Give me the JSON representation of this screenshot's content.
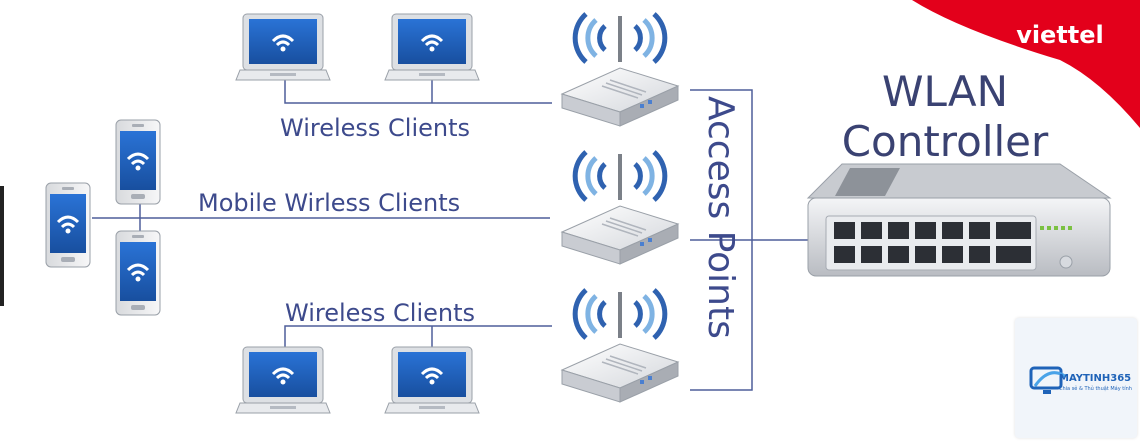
{
  "brand": {
    "name": "viettel",
    "color": "#e3001b"
  },
  "title": {
    "line1": "WLAN",
    "line2": "Controller"
  },
  "labels": {
    "top_clients": "Wireless Clients",
    "mobile_clients": "Mobile Wirless Clients",
    "bottom_clients": "Wireless Clients",
    "access_points": "Access Points"
  },
  "watermark": {
    "name": "MAYTINH365",
    "tagline": "Chia sẻ & Thủ thuật Máy tính"
  },
  "colors": {
    "line": "#4f5f9a",
    "text": "#3d4a8c",
    "signal": "#5b9bd5",
    "screen": "#1f5fbf"
  },
  "icons": [
    "laptop-icon",
    "smartphone-icon",
    "wireless-router-icon",
    "network-switch-icon",
    "wifi-signal-icon"
  ]
}
